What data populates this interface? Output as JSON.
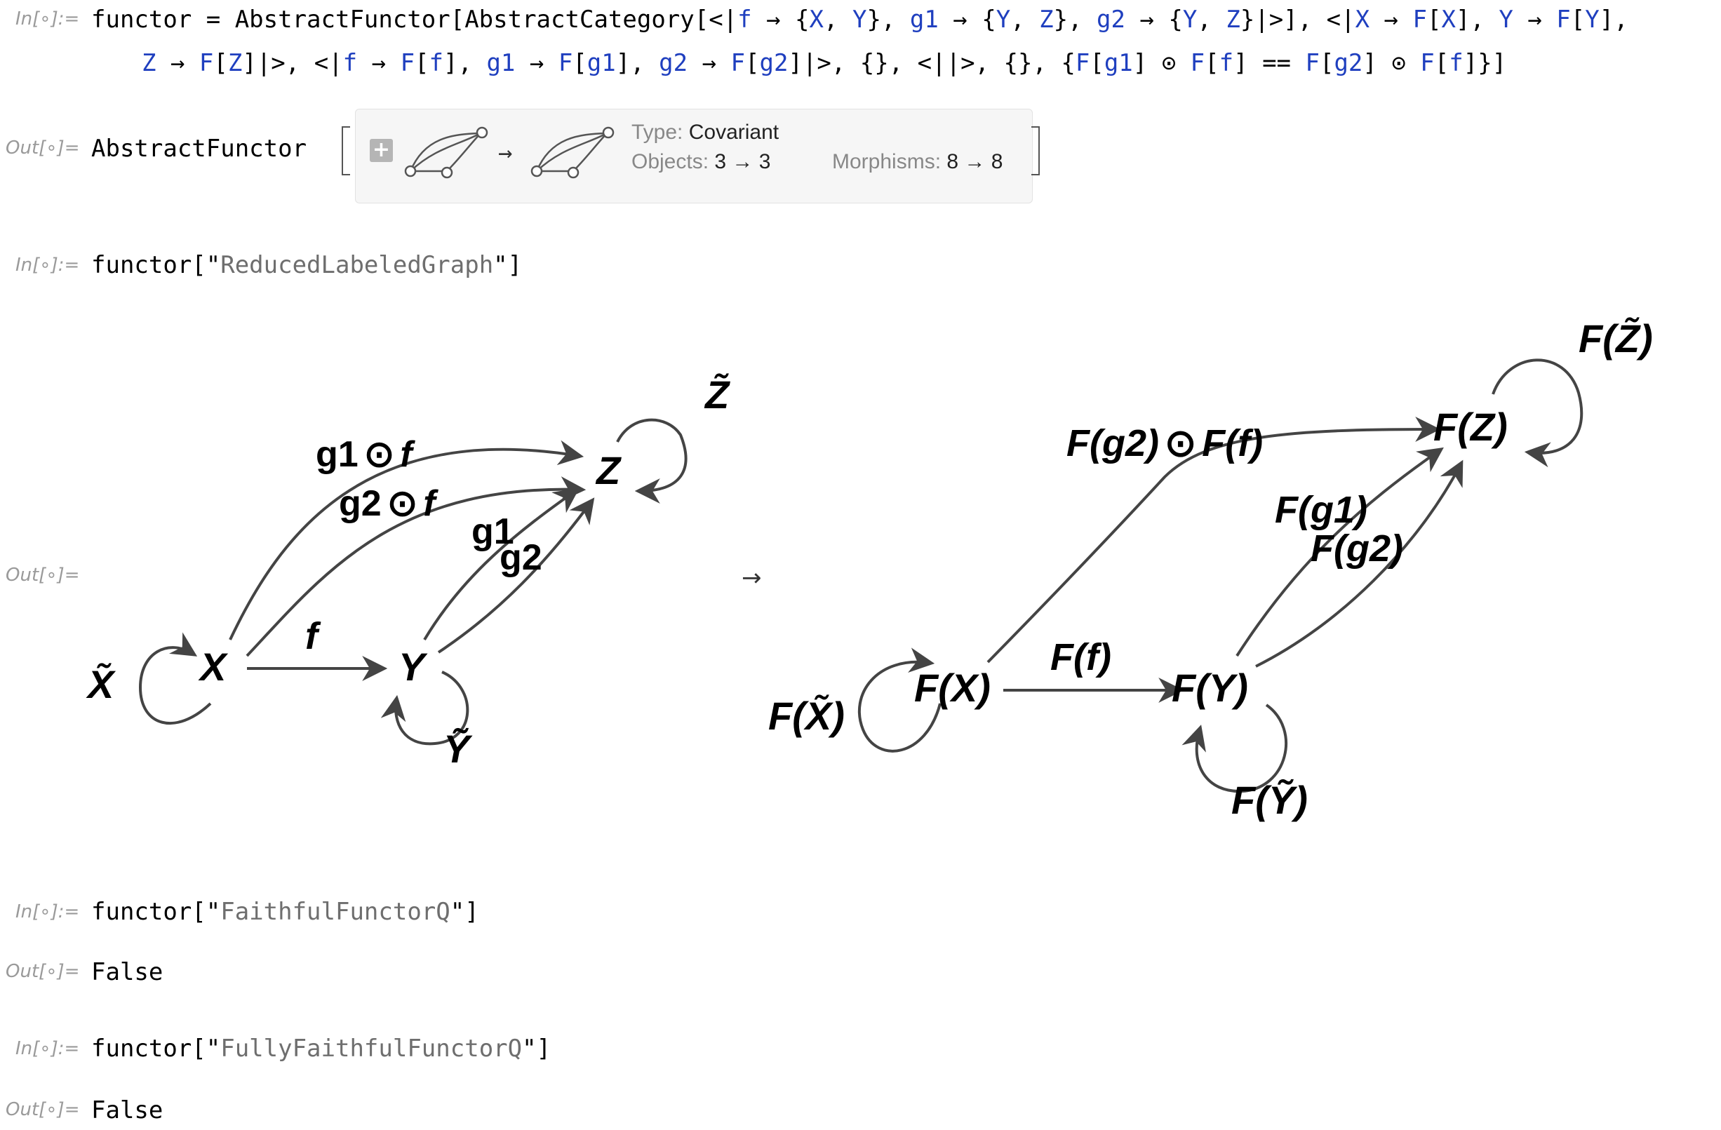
{
  "labels": {
    "in": "In[∘]:=",
    "out": "Out[∘]="
  },
  "cell1": {
    "line1": [
      {
        "t": "functor = AbstractFunctor[AbstractCategory[<|",
        "c": "k"
      },
      {
        "t": "f",
        "c": "b"
      },
      {
        "t": " → {",
        "c": "k"
      },
      {
        "t": "X",
        "c": "b"
      },
      {
        "t": ", ",
        "c": "k"
      },
      {
        "t": "Y",
        "c": "b"
      },
      {
        "t": "}, ",
        "c": "k"
      },
      {
        "t": "g1",
        "c": "b"
      },
      {
        "t": " → {",
        "c": "k"
      },
      {
        "t": "Y",
        "c": "b"
      },
      {
        "t": ", ",
        "c": "k"
      },
      {
        "t": "Z",
        "c": "b"
      },
      {
        "t": "}, ",
        "c": "k"
      },
      {
        "t": "g2",
        "c": "b"
      },
      {
        "t": " → {",
        "c": "k"
      },
      {
        "t": "Y",
        "c": "b"
      },
      {
        "t": ", ",
        "c": "k"
      },
      {
        "t": "Z",
        "c": "b"
      },
      {
        "t": "}|>], <|",
        "c": "k"
      },
      {
        "t": "X",
        "c": "b"
      },
      {
        "t": " → ",
        "c": "k"
      },
      {
        "t": "F",
        "c": "b"
      },
      {
        "t": "[",
        "c": "k"
      },
      {
        "t": "X",
        "c": "b"
      },
      {
        "t": "], ",
        "c": "k"
      },
      {
        "t": "Y",
        "c": "b"
      },
      {
        "t": " → ",
        "c": "k"
      },
      {
        "t": "F",
        "c": "b"
      },
      {
        "t": "[",
        "c": "k"
      },
      {
        "t": "Y",
        "c": "b"
      },
      {
        "t": "],",
        "c": "k"
      }
    ],
    "line2": [
      {
        "t": "Z",
        "c": "b"
      },
      {
        "t": " → ",
        "c": "k"
      },
      {
        "t": "F",
        "c": "b"
      },
      {
        "t": "[",
        "c": "k"
      },
      {
        "t": "Z",
        "c": "b"
      },
      {
        "t": "]|>, <|",
        "c": "k"
      },
      {
        "t": "f",
        "c": "b"
      },
      {
        "t": " → ",
        "c": "k"
      },
      {
        "t": "F",
        "c": "b"
      },
      {
        "t": "[",
        "c": "k"
      },
      {
        "t": "f",
        "c": "b"
      },
      {
        "t": "], ",
        "c": "k"
      },
      {
        "t": "g1",
        "c": "b"
      },
      {
        "t": " → ",
        "c": "k"
      },
      {
        "t": "F",
        "c": "b"
      },
      {
        "t": "[",
        "c": "k"
      },
      {
        "t": "g1",
        "c": "b"
      },
      {
        "t": "], ",
        "c": "k"
      },
      {
        "t": "g2",
        "c": "b"
      },
      {
        "t": " → ",
        "c": "k"
      },
      {
        "t": "F",
        "c": "b"
      },
      {
        "t": "[",
        "c": "k"
      },
      {
        "t": "g2",
        "c": "b"
      },
      {
        "t": "]|>, {}, <||>, {}, {",
        "c": "k"
      },
      {
        "t": "F",
        "c": "b"
      },
      {
        "t": "[",
        "c": "k"
      },
      {
        "t": "g1",
        "c": "b"
      },
      {
        "t": "] ⊙ ",
        "c": "k"
      },
      {
        "t": "F",
        "c": "b"
      },
      {
        "t": "[",
        "c": "k"
      },
      {
        "t": "f",
        "c": "b"
      },
      {
        "t": "] == ",
        "c": "k"
      },
      {
        "t": "F",
        "c": "b"
      },
      {
        "t": "[",
        "c": "k"
      },
      {
        "t": "g2",
        "c": "b"
      },
      {
        "t": "] ⊙ ",
        "c": "k"
      },
      {
        "t": "F",
        "c": "b"
      },
      {
        "t": "[",
        "c": "k"
      },
      {
        "t": "f",
        "c": "b"
      },
      {
        "t": "]}]",
        "c": "k"
      }
    ]
  },
  "summary": {
    "head": "AbstractFunctor",
    "arrow": "→",
    "type_key": "Type:",
    "type_val": "Covariant",
    "objects_key": "Objects:",
    "objects_val": "3 → 3",
    "morphisms_key": "Morphisms:",
    "morphisms_val": "8 → 8",
    "expand_icon": "plus-icon"
  },
  "cell2": {
    "input": [
      {
        "t": "functor[\"",
        "c": "k"
      },
      {
        "t": "ReducedLabeledGraph",
        "c": "s"
      },
      {
        "t": "\"]",
        "c": "k"
      }
    ],
    "graph_arrow": "→",
    "left": {
      "nodes": {
        "X": "X",
        "Y": "Y",
        "Z": "Z"
      },
      "loops": {
        "X": "X̃",
        "Y": "Ỹ",
        "Z": "Z̃"
      },
      "edges": {
        "f": "f",
        "g1": "g1",
        "g2": "g2",
        "g1f_a": "g1",
        "g1f_b": "f",
        "g2f_a": "g2",
        "g2f_b": "f",
        "odot": "⊙"
      }
    },
    "right": {
      "nodes": {
        "X": "F(X)",
        "Y": "F(Y)",
        "Z": "F(Z)"
      },
      "loops": {
        "X": "F(X̃)",
        "Y": "F(Ỹ)",
        "Z": "F(Z̃)"
      },
      "edges": {
        "f": "F(f)",
        "g1": "F(g1)",
        "g2": "F(g2)",
        "comp_a": "F(g2)",
        "comp_b": "F(f)",
        "odot": "⊙"
      }
    }
  },
  "cell3": {
    "input": [
      {
        "t": "functor[\"",
        "c": "k"
      },
      {
        "t": "FaithfulFunctorQ",
        "c": "s"
      },
      {
        "t": "\"]",
        "c": "k"
      }
    ],
    "output": "False"
  },
  "cell4": {
    "input": [
      {
        "t": "functor[\"",
        "c": "k"
      },
      {
        "t": "FullyFaithfulFunctorQ",
        "c": "s"
      },
      {
        "t": "\"]",
        "c": "k"
      }
    ],
    "output": "False"
  }
}
